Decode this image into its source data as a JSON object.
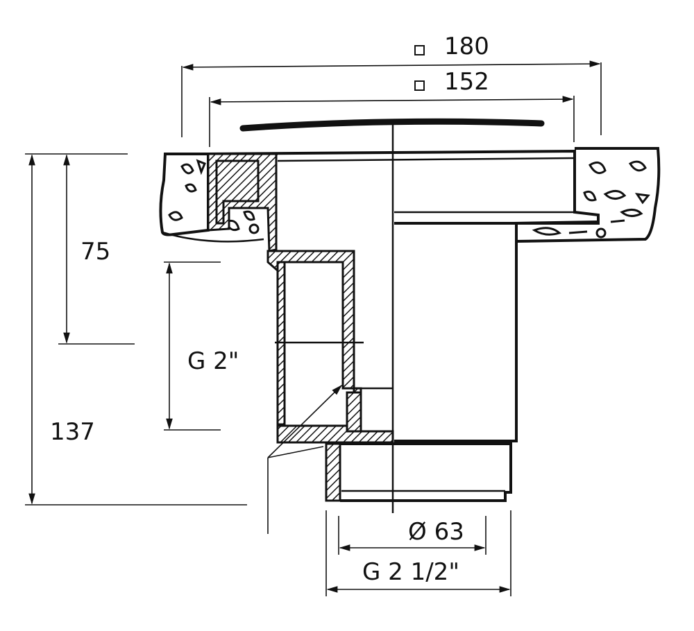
{
  "drawing": {
    "labels": {
      "outer_square": "180",
      "inner_square": "152",
      "height_upper": "75",
      "height_total": "137",
      "thread_top": "G 2\"",
      "pipe_diameter": "Ø 63",
      "thread_bottom": "G 2 1/2\""
    },
    "colors": {
      "ink": "#111111",
      "paper": "#ffffff"
    }
  }
}
